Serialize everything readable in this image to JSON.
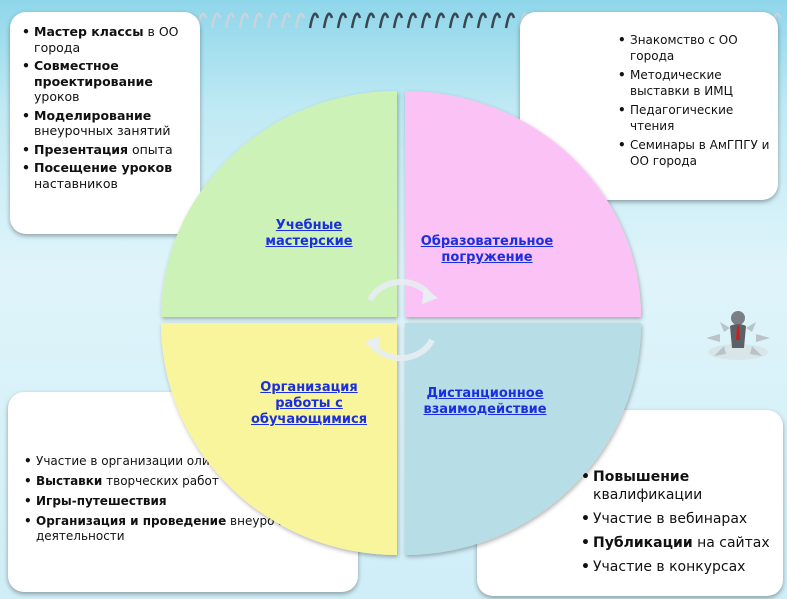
{
  "colors": {
    "q_top_left": "#ccf2b8",
    "q_top_right": "#fbc2f5",
    "q_bottom_left": "#f8f59c",
    "q_bottom_right": "#b7dee6",
    "label": "#1a2fe0"
  },
  "quadrants": {
    "top_left": "Учебные мастерские",
    "top_right": "Образовательное погружение",
    "bottom_left": "Организация работы с обучающимися",
    "bottom_right": "Дистанционное взаимодействие"
  },
  "cards": {
    "top_left": [
      {
        "bold": "Мастер классы",
        "rest": " в ОО города"
      },
      {
        "bold": "Совместное проектирование",
        "rest": " уроков"
      },
      {
        "bold": "Моделирование",
        "rest": " внеурочных занятий"
      },
      {
        "bold": "Презентация",
        "rest": " опыта"
      },
      {
        "bold": "Посещение уроков",
        "rest": " наставников"
      }
    ],
    "top_right": [
      {
        "bold": "",
        "rest": "Знакомство с ОО города"
      },
      {
        "bold": "",
        "rest": "Методические выставки в ИМЦ"
      },
      {
        "bold": "",
        "rest": "Педагогические чтения"
      },
      {
        "bold": "",
        "rest": "Семинары в АмГПГУ и ОО города"
      }
    ],
    "bottom_left": [
      {
        "bold": "",
        "rest": "Участие в организации олимпиад и конкурсов"
      },
      {
        "bold": "Выставки",
        "rest": " творческих работ"
      },
      {
        "bold": "Игры-путешествия",
        "rest": ""
      },
      {
        "bold": "Организация и проведение",
        "rest": " внеурочной деятельности"
      }
    ],
    "bottom_right": [
      {
        "bold": "Повышение",
        "rest": " квалификации"
      },
      {
        "bold": "",
        "rest": "Участие в вебинарах"
      },
      {
        "bold": "Публикации",
        "rest": " на сайтах"
      },
      {
        "bold": "",
        "rest": "Участие в конкурсах"
      }
    ]
  },
  "icons": [
    "spiral-binding-icon",
    "cycle-arrows-icon",
    "person-arrows-icon"
  ]
}
